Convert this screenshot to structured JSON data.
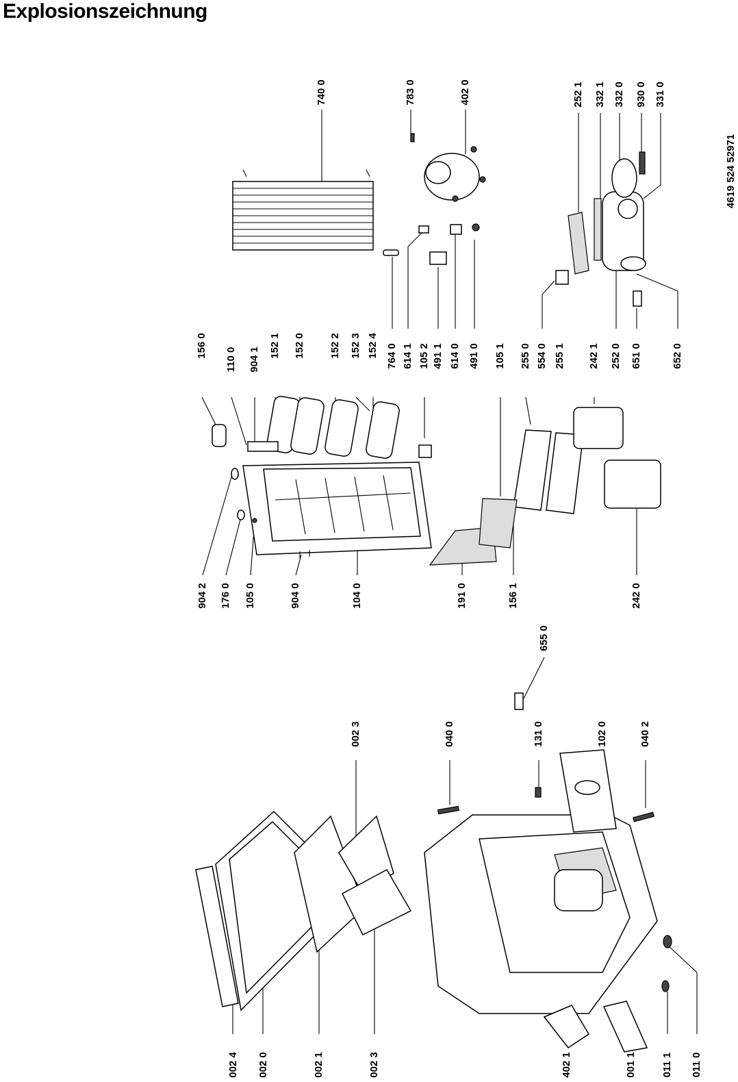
{
  "title": "Explosionszeichnung",
  "doc_number": "4619 524 52971",
  "labels": [
    {
      "id": "0024",
      "text": "002 4"
    },
    {
      "id": "0020",
      "text": "002 0"
    },
    {
      "id": "0021",
      "text": "002 1"
    },
    {
      "id": "0023b",
      "text": "002 3"
    },
    {
      "id": "4021",
      "text": "402 1"
    },
    {
      "id": "0011",
      "text": "001 1"
    },
    {
      "id": "0111",
      "text": "011 1"
    },
    {
      "id": "0110",
      "text": "011 0"
    },
    {
      "id": "0023a",
      "text": "002 3"
    },
    {
      "id": "0400",
      "text": "040 0"
    },
    {
      "id": "1310",
      "text": "131 0"
    },
    {
      "id": "1020",
      "text": "102 0"
    },
    {
      "id": "0402",
      "text": "040 2"
    },
    {
      "id": "9042",
      "text": "904 2"
    },
    {
      "id": "1760",
      "text": "176 0"
    },
    {
      "id": "1050",
      "text": "105 0"
    },
    {
      "id": "9040",
      "text": "904 0"
    },
    {
      "id": "1040",
      "text": "104 0"
    },
    {
      "id": "1910",
      "text": "191 0"
    },
    {
      "id": "1561",
      "text": "156 1"
    },
    {
      "id": "6550",
      "text": "655 0"
    },
    {
      "id": "2420",
      "text": "242 0"
    },
    {
      "id": "1560",
      "text": "156 0"
    },
    {
      "id": "1100",
      "text": "110 0"
    },
    {
      "id": "9041",
      "text": "904 1"
    },
    {
      "id": "1521",
      "text": "152 1"
    },
    {
      "id": "1520",
      "text": "152 0"
    },
    {
      "id": "1522",
      "text": "152 2"
    },
    {
      "id": "1523",
      "text": "152 3"
    },
    {
      "id": "1524",
      "text": "152 4"
    },
    {
      "id": "7640",
      "text": "764 0"
    },
    {
      "id": "6141",
      "text": "614 1"
    },
    {
      "id": "1052",
      "text": "105 2"
    },
    {
      "id": "4911",
      "text": "491 1"
    },
    {
      "id": "6140",
      "text": "614 0"
    },
    {
      "id": "4910",
      "text": "491 0"
    },
    {
      "id": "1051",
      "text": "105 1"
    },
    {
      "id": "2550",
      "text": "255 0"
    },
    {
      "id": "5540",
      "text": "554 0"
    },
    {
      "id": "2551",
      "text": "255 1"
    },
    {
      "id": "2421",
      "text": "242 1"
    },
    {
      "id": "2520",
      "text": "252 0"
    },
    {
      "id": "6510",
      "text": "651 0"
    },
    {
      "id": "6520",
      "text": "652 0"
    },
    {
      "id": "7400",
      "text": "740 0"
    },
    {
      "id": "7830",
      "text": "783 0"
    },
    {
      "id": "4020",
      "text": "402 0"
    },
    {
      "id": "2521",
      "text": "252 1"
    },
    {
      "id": "3321",
      "text": "332 1"
    },
    {
      "id": "3320",
      "text": "332 0"
    },
    {
      "id": "9300",
      "text": "930 0"
    },
    {
      "id": "3310",
      "text": "331 0"
    }
  ]
}
